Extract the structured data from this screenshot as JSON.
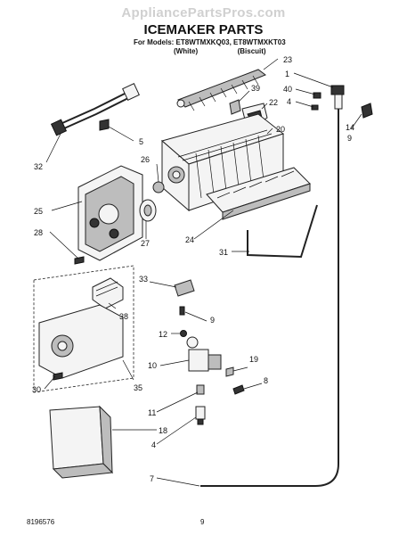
{
  "watermark": "AppliancePartsPros.com",
  "title": "ICEMAKER PARTS",
  "models_line": "For Models: ET8WTMXKQ03, ET8WTMXKT03",
  "variant_white": "(White)",
  "variant_biscuit": "(Biscuit)",
  "footer_left": "8196576",
  "footer_center": "9",
  "callouts": [
    {
      "id": "c1",
      "text": "1"
    },
    {
      "id": "c23",
      "text": "23"
    },
    {
      "id": "c40",
      "text": "40"
    },
    {
      "id": "c4a",
      "text": "4"
    },
    {
      "id": "c39",
      "text": "39"
    },
    {
      "id": "c22",
      "text": "22"
    },
    {
      "id": "c5",
      "text": "5"
    },
    {
      "id": "c14",
      "text": "14"
    },
    {
      "id": "c9a",
      "text": "9"
    },
    {
      "id": "c20",
      "text": "20"
    },
    {
      "id": "c32",
      "text": "32"
    },
    {
      "id": "c26",
      "text": "26"
    },
    {
      "id": "c25",
      "text": "25"
    },
    {
      "id": "c28",
      "text": "28"
    },
    {
      "id": "c27",
      "text": "27"
    },
    {
      "id": "c24",
      "text": "24"
    },
    {
      "id": "c31",
      "text": "31"
    },
    {
      "id": "c33",
      "text": "33"
    },
    {
      "id": "c38",
      "text": "38"
    },
    {
      "id": "c9b",
      "text": "9"
    },
    {
      "id": "c12",
      "text": "12"
    },
    {
      "id": "c10",
      "text": "10"
    },
    {
      "id": "c19",
      "text": "19"
    },
    {
      "id": "c8",
      "text": "8"
    },
    {
      "id": "c30",
      "text": "30"
    },
    {
      "id": "c35",
      "text": "35"
    },
    {
      "id": "c11",
      "text": "11"
    },
    {
      "id": "c18",
      "text": "18"
    },
    {
      "id": "c4b",
      "text": "4"
    },
    {
      "id": "c7",
      "text": "7"
    }
  ]
}
